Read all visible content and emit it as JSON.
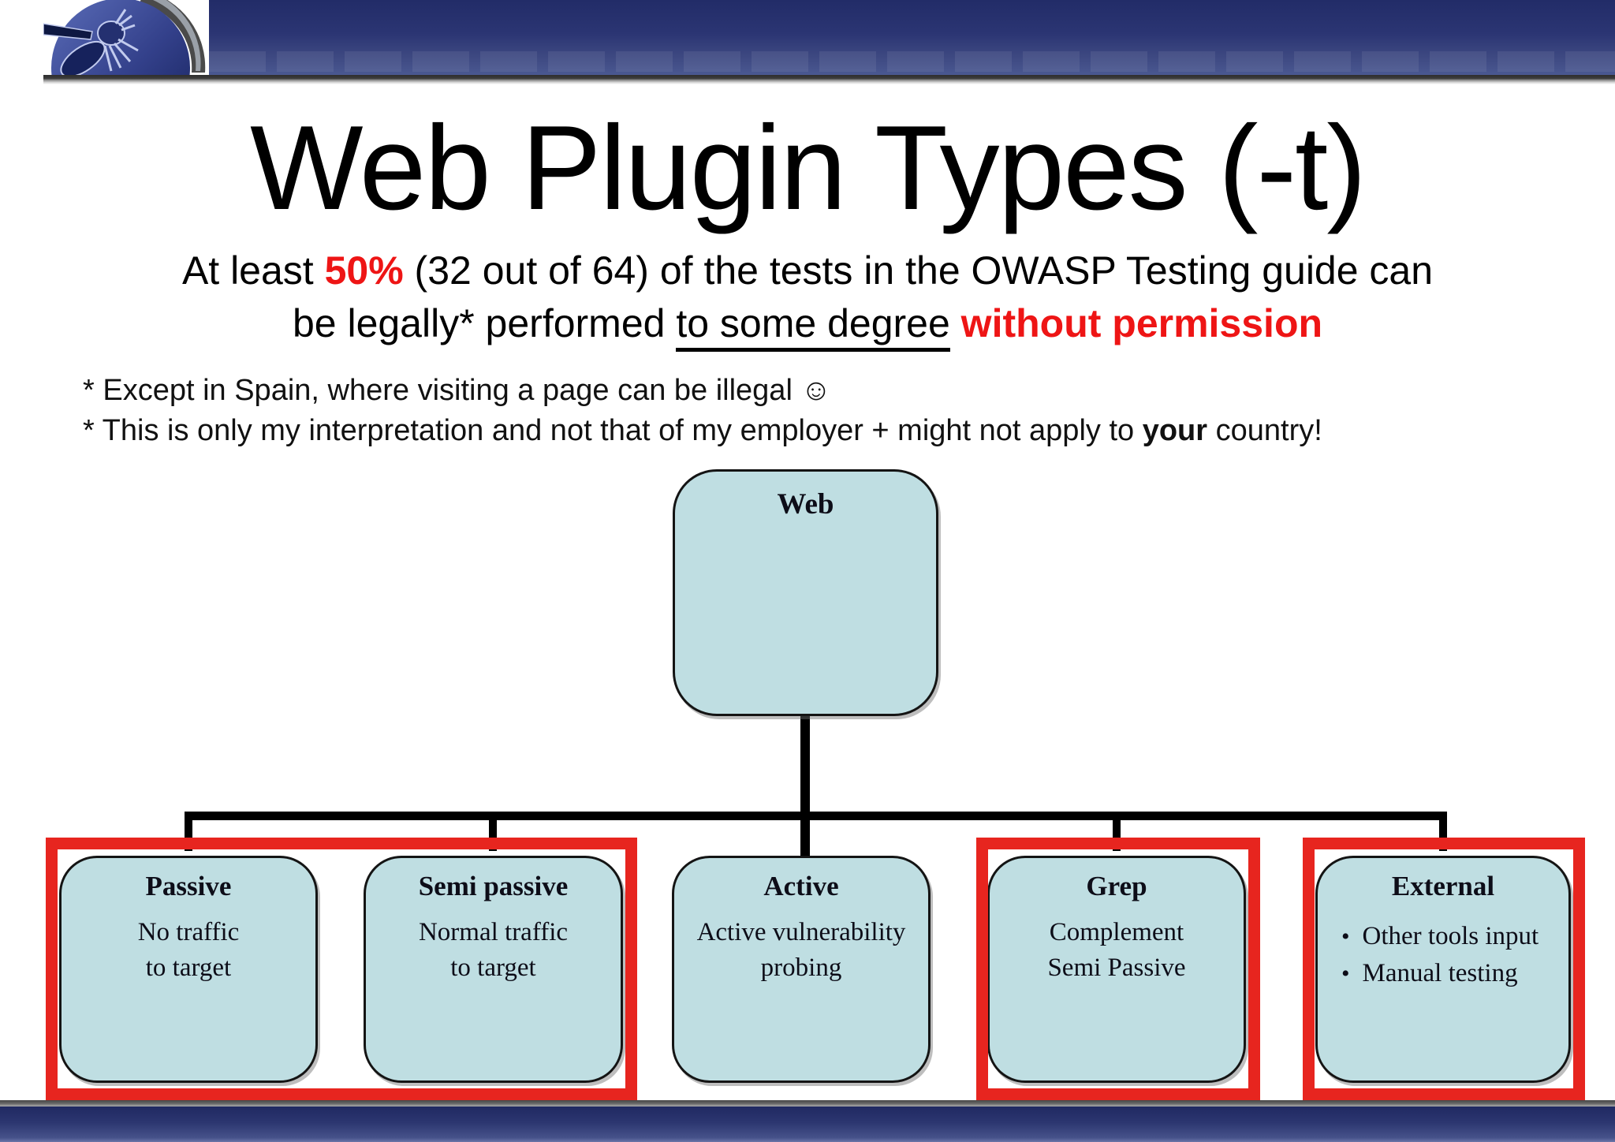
{
  "slide": {
    "header": {
      "logo": "owasp-wasp-logo"
    },
    "title": "Web Plugin Types (-t)",
    "subtitle": {
      "l1_pre": "At least ",
      "l1_red": "50%",
      "l1_post": " (32 out of 64) of the tests in the OWASP Testing guide can",
      "l2_pre": "be legally* performed ",
      "l2_underlined": "to some degree",
      "l2_red": " without permission"
    },
    "notes": [
      {
        "pre": "* Except in Spain, where visiting a page can be illegal ",
        "smiley": "☺"
      },
      {
        "pre": "* This is only my interpretation and not that of my employer + might not apply to ",
        "bold": "your",
        "post": " country!"
      }
    ],
    "diagram": {
      "bullet_char": "•",
      "root": {
        "title": "Web"
      },
      "children": [
        {
          "id": "passive",
          "title": "Passive",
          "lines": [
            "No traffic",
            "to target"
          ]
        },
        {
          "id": "semi-passive",
          "title": "Semi passive",
          "lines": [
            "Normal traffic",
            "to target"
          ]
        },
        {
          "id": "active",
          "title": "Active",
          "lines": [
            "Active vulnerability",
            "probing"
          ]
        },
        {
          "id": "grep",
          "title": "Grep",
          "lines": [
            "Complement",
            "Semi Passive"
          ]
        },
        {
          "id": "external",
          "title": "External",
          "bullets": [
            "Other tools input",
            "Manual testing"
          ]
        }
      ],
      "highlighted": [
        [
          "Passive",
          "Semi passive"
        ],
        [
          "Grep"
        ],
        [
          "External"
        ]
      ]
    },
    "colors": {
      "highlight_red": "#e7251f",
      "text_red": "#ee1515",
      "box_fill": "#bfdee2",
      "box_border": "#141414",
      "banner_top": "#222c68",
      "banner_bottom": "#4a5891"
    }
  }
}
